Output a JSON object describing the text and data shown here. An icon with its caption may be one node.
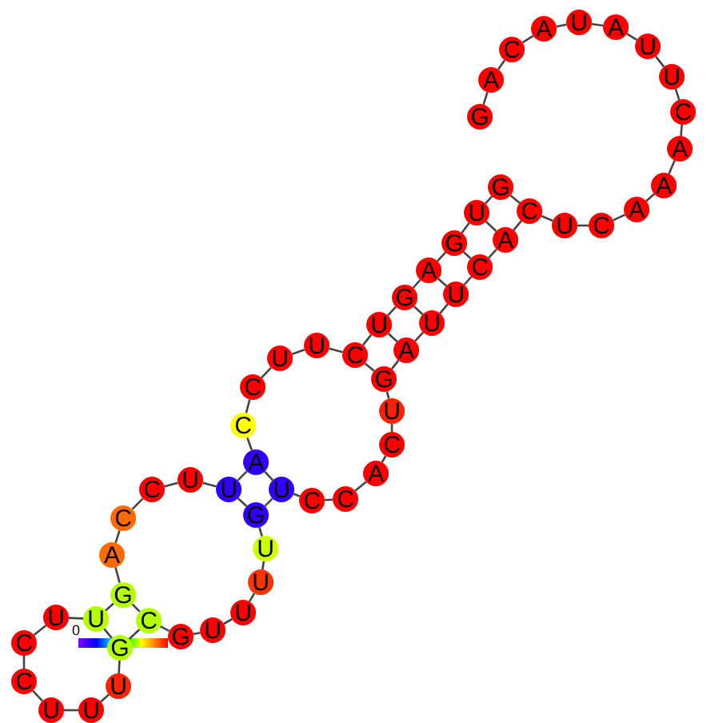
{
  "diagram": {
    "nodes": [
      {
        "text": [
          "G"
        ]
      },
      {
        "text": [
          "A"
        ]
      },
      {
        "text": [
          "C"
        ]
      },
      {
        "text": [
          "A"
        ]
      },
      {
        "text": [
          "U"
        ]
      },
      {
        "text": [
          "A"
        ]
      },
      {
        "text": [
          "U"
        ]
      },
      {
        "text": [
          "U"
        ]
      },
      {
        "text": [
          "C"
        ]
      },
      {
        "text": [
          "A"
        ]
      },
      {
        "text": [
          "A"
        ]
      },
      {
        "text": [
          "A"
        ]
      },
      {
        "text": [
          "C"
        ]
      },
      {
        "text": [
          "U"
        ]
      },
      {
        "text": [
          "C"
        ]
      },
      {
        "text": [
          "A"
        ]
      },
      {
        "text": [
          "C"
        ]
      },
      {
        "text": [
          "U"
        ]
      },
      {
        "text": [
          "U"
        ]
      },
      {
        "text": [
          "A"
        ]
      },
      {
        "text": [
          "G"
        ]
      },
      {
        "text": [
          "U"
        ]
      },
      {
        "text": [
          "C"
        ]
      },
      {
        "text": [
          "A"
        ]
      },
      {
        "text": [
          "C"
        ]
      },
      {
        "text": [
          "C"
        ]
      },
      {
        "text": [
          "U"
        ]
      },
      {
        "text": [
          "G"
        ]
      },
      {
        "text": [
          "U"
        ]
      },
      {
        "text": [
          "U"
        ]
      },
      {
        "text": [
          "U"
        ]
      },
      {
        "text": [
          "U"
        ]
      },
      {
        "text": [
          "G"
        ]
      },
      {
        "text": [
          "C"
        ]
      },
      {
        "text": [
          "G"
        ]
      },
      {
        "text": [
          "U"
        ]
      },
      {
        "text": [
          "U"
        ]
      },
      {
        "text": [
          "U"
        ]
      },
      {
        "text": [
          "C"
        ]
      },
      {
        "text": [
          "C"
        ]
      },
      {
        "text": [
          "U"
        ]
      },
      {
        "text": [
          "U"
        ]
      },
      {
        "text": [
          "G"
        ]
      },
      {
        "text": [
          "A"
        ]
      },
      {
        "text": [
          "C"
        ]
      },
      {
        "text": [
          "C"
        ]
      },
      {
        "text": [
          "U"
        ]
      },
      {
        "text": [
          "U"
        ]
      },
      {
        "text": [
          "A"
        ]
      },
      {
        "text": [
          "C"
        ]
      },
      {
        "text": [
          "C"
        ]
      },
      {
        "text": [
          "U"
        ]
      },
      {
        "text": [
          "U"
        ]
      },
      {
        "text": [
          "C"
        ]
      },
      {
        "text": [
          "U"
        ]
      },
      {
        "text": [
          "G"
        ]
      },
      {
        "text": [
          "A"
        ]
      },
      {
        "text": [
          "G"
        ]
      },
      {
        "text": [
          "U"
        ]
      },
      {
        "text": [
          "G"
        ]
      }
    ],
    "edges": [
      {
        "from": 0,
        "to": 1,
        "arrow": "none"
      },
      {
        "from": 1,
        "to": 2,
        "arrow": "none"
      },
      {
        "from": 2,
        "to": 3,
        "arrow": "none"
      },
      {
        "from": 3,
        "to": 4,
        "arrow": "none"
      },
      {
        "from": 4,
        "to": 5,
        "arrow": "none"
      },
      {
        "from": 5,
        "to": 6,
        "arrow": "none"
      },
      {
        "from": 6,
        "to": 7,
        "arrow": "none"
      },
      {
        "from": 7,
        "to": 8,
        "arrow": "none"
      },
      {
        "from": 8,
        "to": 9,
        "arrow": "none"
      },
      {
        "from": 9,
        "to": 10,
        "arrow": "none"
      },
      {
        "from": 10,
        "to": 11,
        "arrow": "none"
      },
      {
        "from": 11,
        "to": 12,
        "arrow": "none"
      },
      {
        "from": 12,
        "to": 13,
        "arrow": "none"
      },
      {
        "from": 13,
        "to": 14,
        "arrow": "none"
      },
      {
        "from": 14,
        "to": 15,
        "arrow": "none"
      },
      {
        "from": 15,
        "to": 16,
        "arrow": "none"
      },
      {
        "from": 16,
        "to": 17,
        "arrow": "none"
      },
      {
        "from": 17,
        "to": 18,
        "arrow": "none"
      },
      {
        "from": 18,
        "to": 19,
        "arrow": "none"
      },
      {
        "from": 19,
        "to": 20,
        "arrow": "none"
      },
      {
        "from": 20,
        "to": 21,
        "arrow": "none"
      },
      {
        "from": 21,
        "to": 22,
        "arrow": "none"
      },
      {
        "from": 22,
        "to": 23,
        "arrow": "none"
      },
      {
        "from": 23,
        "to": 24,
        "arrow": "none"
      },
      {
        "from": 24,
        "to": 25,
        "arrow": "none"
      },
      {
        "from": 25,
        "to": 26,
        "arrow": "none"
      },
      {
        "from": 26,
        "to": 27,
        "arrow": "none"
      },
      {
        "from": 27,
        "to": 28,
        "arrow": "none"
      },
      {
        "from": 28,
        "to": 29,
        "arrow": "none"
      },
      {
        "from": 29,
        "to": 30,
        "arrow": "none"
      },
      {
        "from": 30,
        "to": 31,
        "arrow": "none"
      },
      {
        "from": 31,
        "to": 32,
        "arrow": "none"
      },
      {
        "from": 32,
        "to": 33,
        "arrow": "none"
      },
      {
        "from": 33,
        "to": 34,
        "arrow": "none"
      },
      {
        "from": 34,
        "to": 35,
        "arrow": "none"
      },
      {
        "from": 35,
        "to": 36,
        "arrow": "none"
      },
      {
        "from": 36,
        "to": 37,
        "arrow": "none"
      },
      {
        "from": 37,
        "to": 38,
        "arrow": "none"
      },
      {
        "from": 38,
        "to": 39,
        "arrow": "none"
      },
      {
        "from": 39,
        "to": 40,
        "arrow": "none"
      },
      {
        "from": 40,
        "to": 41,
        "arrow": "none"
      },
      {
        "from": 41,
        "to": 42,
        "arrow": "none"
      },
      {
        "from": 42,
        "to": 43,
        "arrow": "none"
      },
      {
        "from": 43,
        "to": 44,
        "arrow": "none"
      },
      {
        "from": 44,
        "to": 45,
        "arrow": "none"
      },
      {
        "from": 45,
        "to": 46,
        "arrow": "none"
      },
      {
        "from": 46,
        "to": 47,
        "arrow": "none"
      },
      {
        "from": 47,
        "to": 48,
        "arrow": "none"
      },
      {
        "from": 48,
        "to": 49,
        "arrow": "none"
      },
      {
        "from": 49,
        "to": 50,
        "arrow": "none"
      },
      {
        "from": 50,
        "to": 51,
        "arrow": "none"
      },
      {
        "from": 51,
        "to": 52,
        "arrow": "none"
      },
      {
        "from": 52,
        "to": 53,
        "arrow": "none"
      },
      {
        "from": 53,
        "to": 54,
        "arrow": "none"
      },
      {
        "from": 54,
        "to": 55,
        "arrow": "none"
      },
      {
        "from": 55,
        "to": 56,
        "arrow": "none"
      },
      {
        "from": 56,
        "to": 57,
        "arrow": "none"
      },
      {
        "from": 57,
        "to": 58,
        "arrow": "none"
      },
      {
        "from": 58,
        "to": 59,
        "arrow": "none"
      },
      {
        "from": 59,
        "to": 14,
        "arrow": "none"
      },
      {
        "from": 58,
        "to": 15,
        "arrow": "none"
      },
      {
        "from": 57,
        "to": 16,
        "arrow": "none"
      },
      {
        "from": 56,
        "to": 17,
        "arrow": "none"
      },
      {
        "from": 55,
        "to": 18,
        "arrow": "none"
      },
      {
        "from": 54,
        "to": 19,
        "arrow": "none"
      },
      {
        "from": 53,
        "to": 20,
        "arrow": "none"
      },
      {
        "from": 48,
        "to": 26,
        "arrow": "none"
      },
      {
        "from": 47,
        "to": 27,
        "arrow": "none"
      },
      {
        "from": 42,
        "to": 33,
        "arrow": "none"
      },
      {
        "from": 41,
        "to": 34,
        "arrow": "none"
      }
    ],
    "labels": [
      "0"
    ]
  }
}
